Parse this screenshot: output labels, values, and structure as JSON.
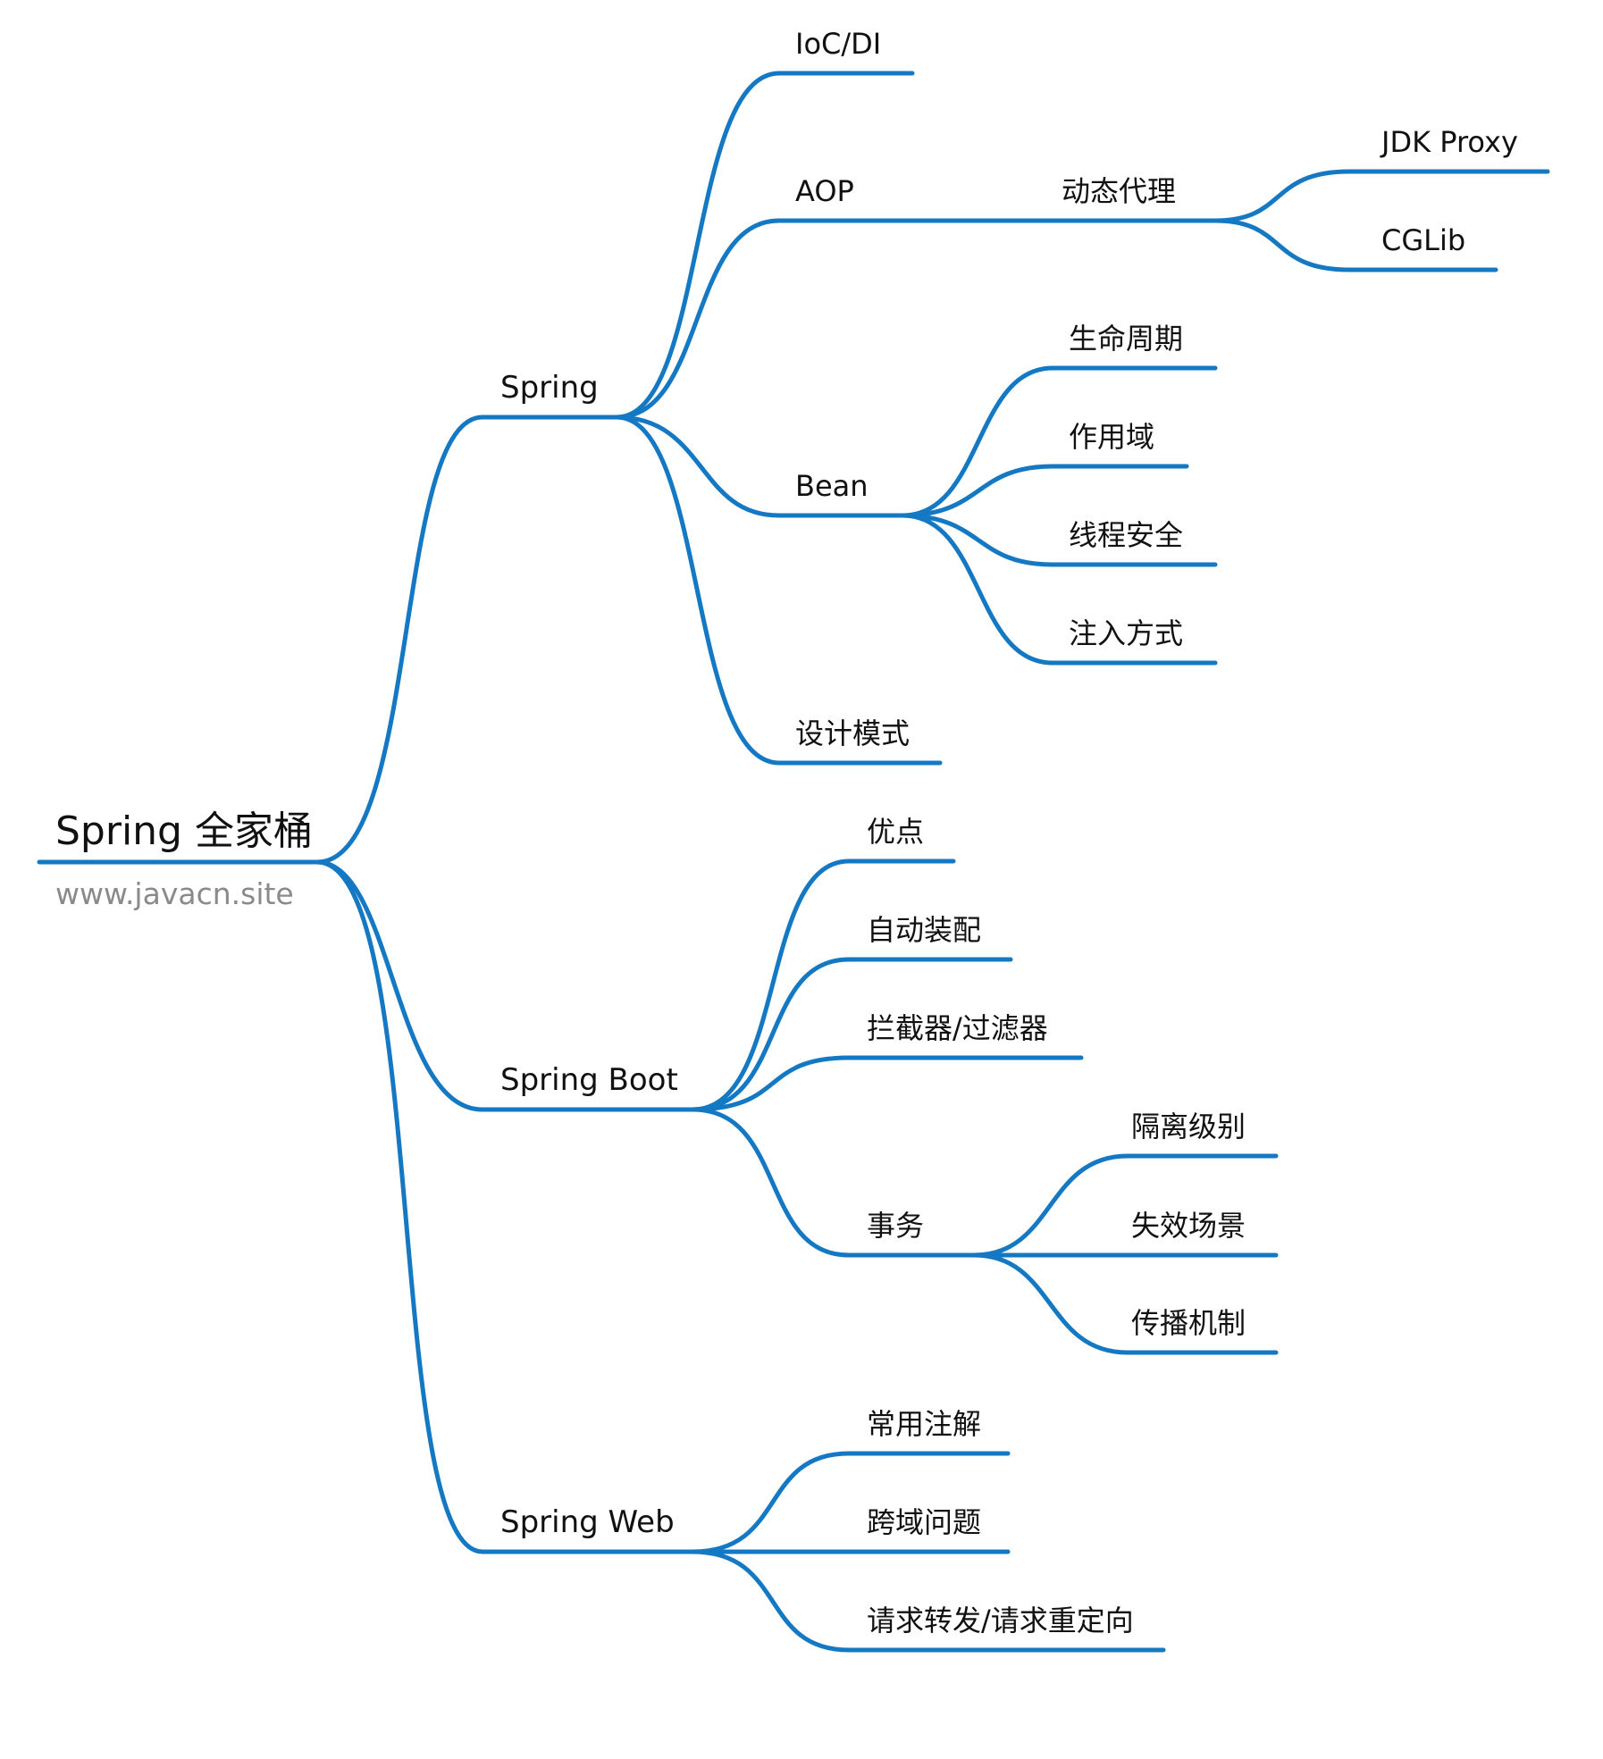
{
  "theme": {
    "edge_color": "#1478c3",
    "text_color": "#111111",
    "subtitle_color": "#8a8a8a"
  },
  "root": {
    "label": "Spring 全家桶",
    "subtitle": "www.javacn.site",
    "children": [
      {
        "label": "Spring",
        "children": [
          {
            "label": "IoC/DI"
          },
          {
            "label": "AOP",
            "children": [
              {
                "label": "动态代理",
                "children": [
                  {
                    "label": "JDK Proxy"
                  },
                  {
                    "label": "CGLib"
                  }
                ]
              }
            ]
          },
          {
            "label": "Bean",
            "children": [
              {
                "label": "生命周期"
              },
              {
                "label": "作用域"
              },
              {
                "label": "线程安全"
              },
              {
                "label": "注入方式"
              }
            ]
          },
          {
            "label": "设计模式"
          }
        ]
      },
      {
        "label": "Spring Boot",
        "children": [
          {
            "label": "优点"
          },
          {
            "label": "自动装配"
          },
          {
            "label": "拦截器/过滤器"
          },
          {
            "label": "事务",
            "children": [
              {
                "label": "隔离级别"
              },
              {
                "label": "失效场景"
              },
              {
                "label": "传播机制"
              }
            ]
          }
        ]
      },
      {
        "label": "Spring Web",
        "children": [
          {
            "label": "常用注解"
          },
          {
            "label": "跨域问题"
          },
          {
            "label": "请求转发/请求重定向"
          }
        ]
      }
    ]
  }
}
